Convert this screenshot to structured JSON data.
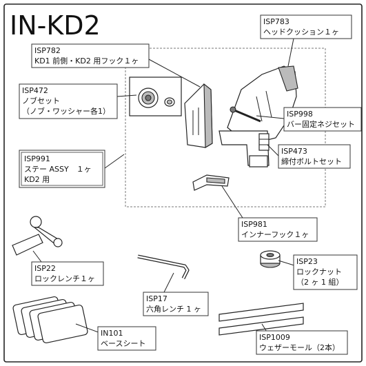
{
  "title": "IN-KD2",
  "parts": [
    {
      "id": "ISP783",
      "lines": [
        "ヘッドクッション１ヶ"
      ]
    },
    {
      "id": "ISP782",
      "lines": [
        "KD1 前側・KD2 用フック１ヶ"
      ]
    },
    {
      "id": "ISP472",
      "lines": [
        "ノブセット",
        "（ノブ・ワッシャー各1）"
      ]
    },
    {
      "id": "ISP998",
      "lines": [
        "バー固定ネジセット"
      ]
    },
    {
      "id": "ISP473",
      "lines": [
        "締付ボルトセット"
      ]
    },
    {
      "id": "ISP991",
      "lines": [
        "ステー ASSY　１ヶ",
        "KD2 用"
      ]
    },
    {
      "id": "ISP981",
      "lines": [
        "インナーフック１ヶ"
      ]
    },
    {
      "id": "ISP22",
      "lines": [
        "ロックレンチ１ヶ"
      ]
    },
    {
      "id": "ISP23",
      "lines": [
        "ロックナット",
        "（2 ヶ 1 組）"
      ]
    },
    {
      "id": "ISP17",
      "lines": [
        "六角レンチ 1 ヶ"
      ]
    },
    {
      "id": "IN101",
      "lines": [
        "ベースシート"
      ]
    },
    {
      "id": "ISP1009",
      "lines": [
        "ウェザーモール（2本）"
      ]
    }
  ]
}
